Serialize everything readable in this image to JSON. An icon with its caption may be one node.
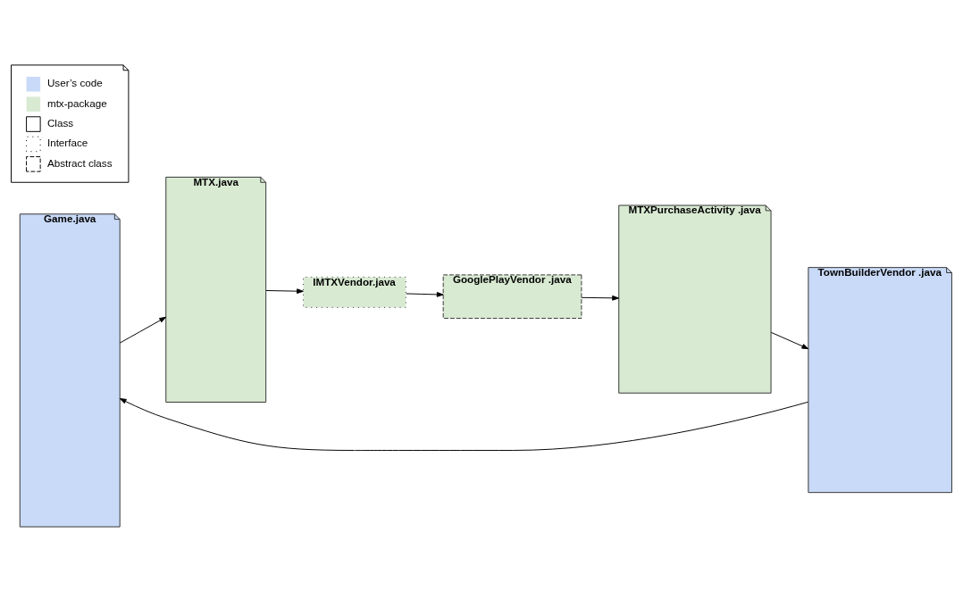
{
  "diagram": {
    "nodes": [
      {
        "text": [
          "Game.java"
        ]
      },
      {
        "text": [
          "MTX.java"
        ]
      },
      {
        "text": [
          "IMTXVendor.java"
        ]
      },
      {
        "text": [
          "GooglePlayVendor .java"
        ]
      },
      {
        "text": [
          "MTXPurchaseActivity .java"
        ]
      },
      {
        "text": [
          "TownBuilderVendor .java"
        ]
      }
    ],
    "edges": [
      {
        "from": 0,
        "to": 1,
        "arrow": "to"
      },
      {
        "from": 1,
        "to": 2,
        "arrow": "to"
      },
      {
        "from": 2,
        "to": 3,
        "arrow": "to"
      },
      {
        "from": 3,
        "to": 4,
        "arrow": "to"
      },
      {
        "from": 4,
        "to": 5,
        "arrow": "to"
      },
      {
        "from": 5,
        "to": 0,
        "arrow": "to"
      }
    ],
    "legend": [
      {
        "text": "User’s code",
        "color": "#c9daf8"
      },
      {
        "text": "mtx-package",
        "color": "#d9ead3"
      },
      {
        "text": "Class"
      },
      {
        "text": "Interface"
      },
      {
        "text": "Abstract class"
      }
    ]
  }
}
